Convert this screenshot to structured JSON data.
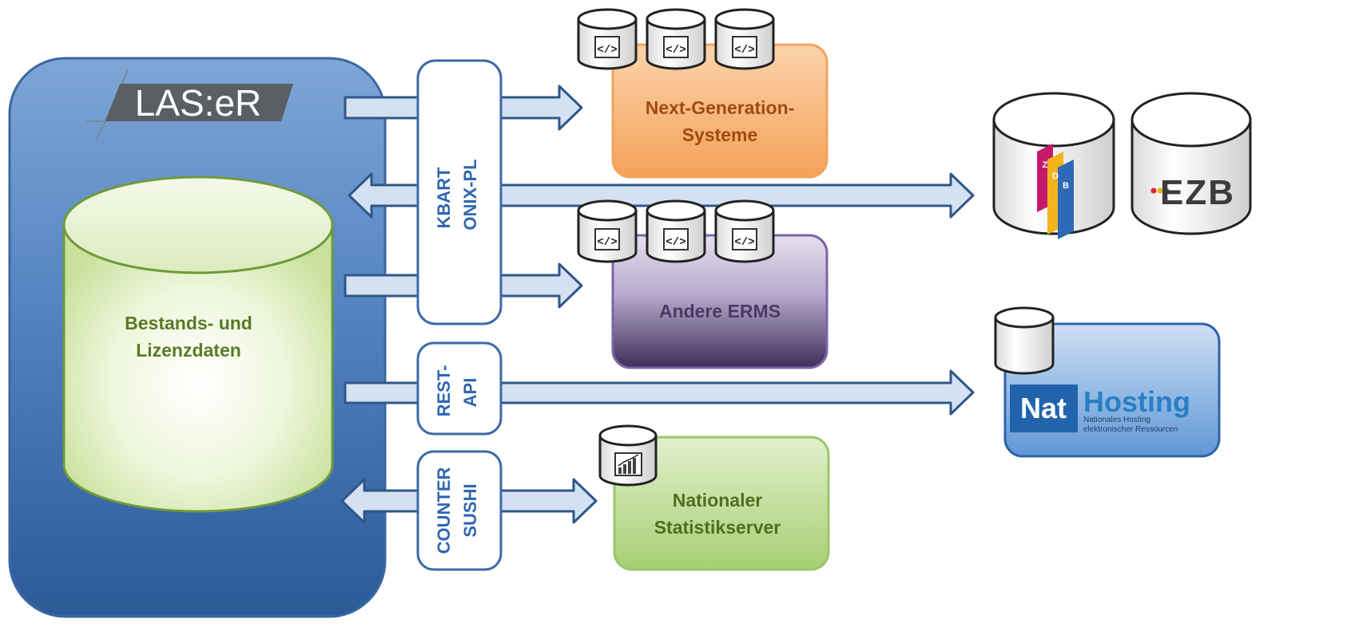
{
  "laser_logo": "LAS:eR",
  "central_db_label_line1": "Bestands- und",
  "central_db_label_line2": "Lizenzdaten",
  "interfaces": {
    "kbart": "KBART",
    "onix": "ONIX-PL",
    "rest_line1": "REST-",
    "rest_line2": "API",
    "counter": "COUNTER",
    "sushi": "SUSHI"
  },
  "targets": {
    "nextgen_line1": "Next-Generation-",
    "nextgen_line2": "Systeme",
    "erms": "Andere ERMS",
    "stat_line1": "Nationaler",
    "stat_line2": "Statistikserver"
  },
  "external": {
    "zdb_letters": [
      "Z",
      "D",
      "B"
    ],
    "ezb_logo": "EZB",
    "nathosting_nat": "Nat",
    "nathosting_hosting": "Hosting",
    "nathosting_sub1": "Nationales Hosting",
    "nathosting_sub2": "elektronischer Ressourcen"
  },
  "icons": {
    "code": "code-icon",
    "chart": "bar-chart-icon"
  },
  "colors": {
    "laser_panel": "#2e5d99",
    "central_db": "#d6eab3",
    "nextgen": "#f49a4a",
    "erms": "#4a3a66",
    "statistik": "#a9d27a",
    "nathosting_panel": "#5b9bd5",
    "arrow_fill": "#d4e1f2",
    "arrow_stroke": "#2f5788"
  }
}
